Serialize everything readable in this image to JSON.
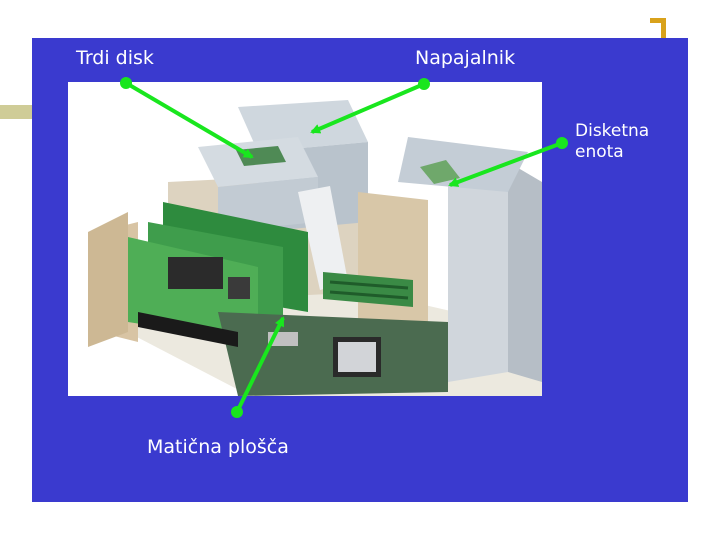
{
  "labels": {
    "hard_disk": "Trdi disk",
    "power_supply": "Napajalnik",
    "floppy_drive": "Disketna\nenota",
    "motherboard": "Matična plošča"
  },
  "colors": {
    "background": "#3a3acf",
    "arrow": "#19e61e",
    "label_text": "#ffffff",
    "accent_corner": "#d9a21b",
    "accent_bar": "#cfcc97"
  }
}
